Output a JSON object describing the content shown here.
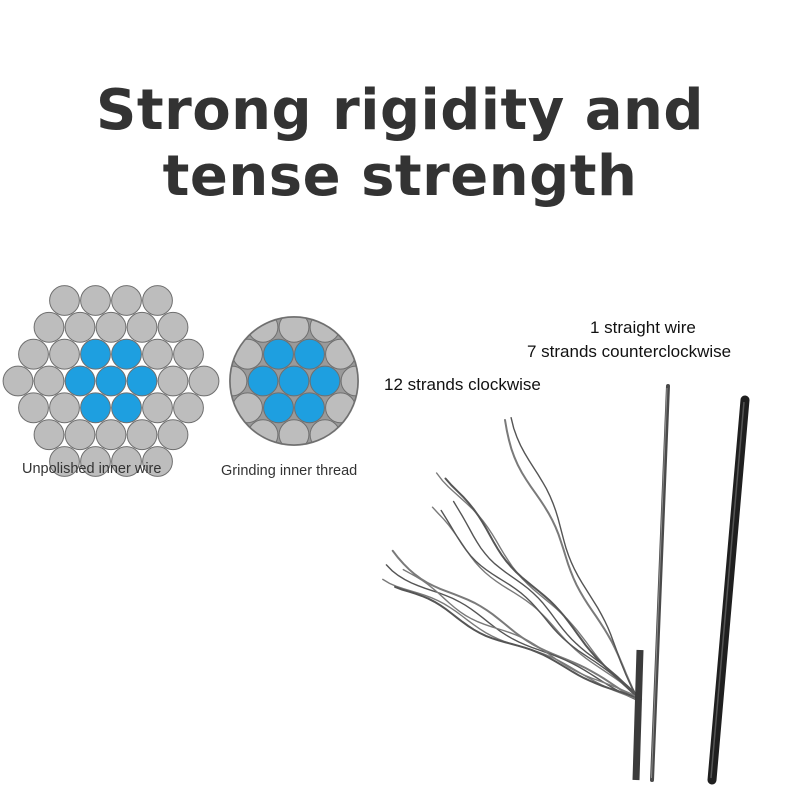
{
  "headline": {
    "line1": "Strong rigidity and",
    "line2": "tense strength"
  },
  "diagrams": {
    "left_caption": "Unpolished inner wire",
    "right_caption": "Grinding inner thread"
  },
  "labels": {
    "strands_clockwise": "12 strands clockwise",
    "straight_wire": "1 straight wire",
    "strands_counterclockwise": "7 strands counterclockwise"
  },
  "colors": {
    "outer_strand": "#bdbdbd",
    "inner_strand": "#1e9fe0",
    "outline": "#6f6f6f",
    "wire": "#222222"
  }
}
